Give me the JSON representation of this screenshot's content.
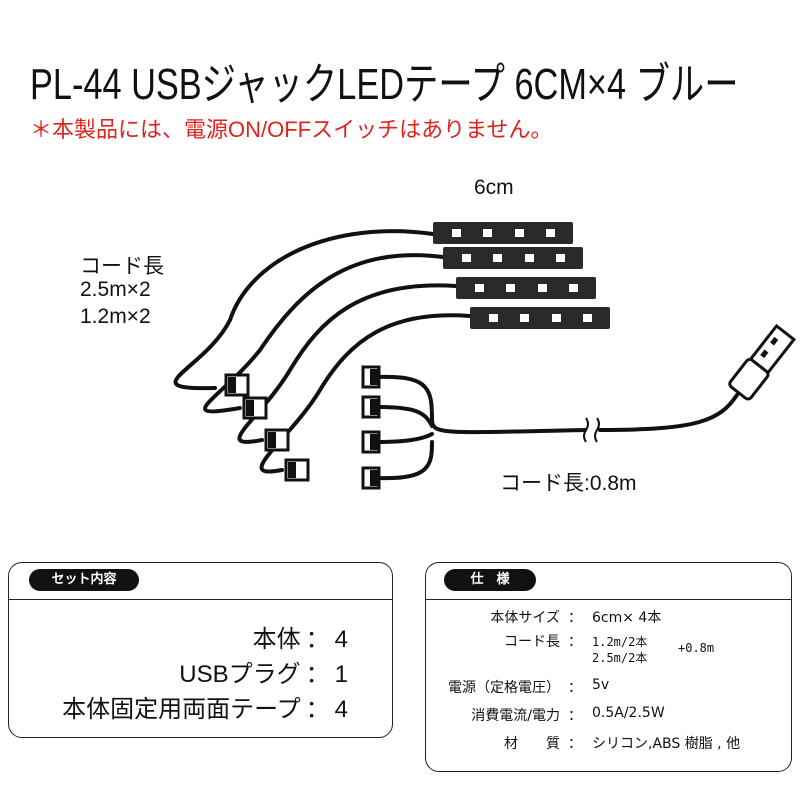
{
  "header": {
    "title": "PL-44 USBジャックLEDテープ 6CM×4 ブルー",
    "notice": "＊本製品には、電源ON/OFFスイッチはありません。"
  },
  "diagram": {
    "strip_length": "6cm",
    "cord_label": "コード長",
    "cord_lengths": [
      "2.5m×2",
      "1.2m×2"
    ],
    "hub_cord": "コード長:0.8m"
  },
  "set_contents": {
    "tag": "セット内容",
    "items": [
      {
        "name": "本体",
        "qty": "4"
      },
      {
        "name": "USBプラグ",
        "qty": "1"
      },
      {
        "name": "本体固定用両面テープ",
        "qty": "4"
      }
    ],
    "separator": "："
  },
  "specs": {
    "tag": "仕　様",
    "colon": "：",
    "size": {
      "label": "本体サイズ",
      "value": "6cm× 4本"
    },
    "cord": {
      "label": "コード長",
      "line1": "1.2m/2本",
      "line2": "2.5m/2本",
      "suffix": "+0.8m"
    },
    "power": {
      "label": "電源（定格電圧）",
      "value": "5v"
    },
    "consumption": {
      "label": "消費電流/電力",
      "value": "0.5A/2.5W"
    },
    "material": {
      "label": "材　　質",
      "value": "シリコン,ABS 樹脂 , 他"
    }
  }
}
